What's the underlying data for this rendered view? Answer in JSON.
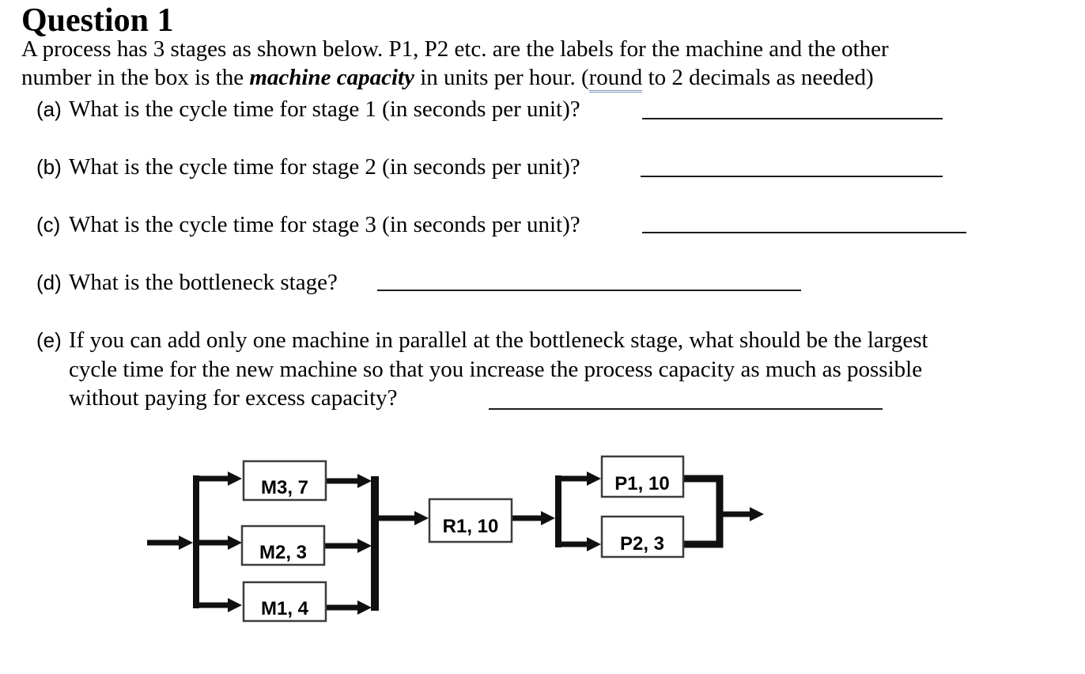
{
  "page": {
    "title": "Question 1",
    "intro": {
      "line1": "A process has 3 stages as shown below. P1, P2 etc. are the labels for the machine and the other",
      "line2": {
        "pre": "number in the box is the ",
        "bold_italic": "machine capacity",
        "mid": " in units per hour. (",
        "underlined": "round",
        "post": " to 2 decimals as needed)"
      }
    },
    "questions": {
      "a": {
        "marker": "(a)",
        "text": "What is the cycle time for stage 1 (in seconds per unit)?"
      },
      "b": {
        "marker": "(b)",
        "text": "What is the cycle time for stage 2 (in seconds per unit)?"
      },
      "c": {
        "marker": "(c)",
        "text": "What is the cycle time for stage 3 (in seconds per unit)?"
      },
      "d": {
        "marker": "(d)",
        "text": "What is the bottleneck stage?"
      },
      "e": {
        "marker": "(e)",
        "line1": "If you can add only one machine in parallel at the bottleneck stage, what should be the largest",
        "line2": "cycle time for the new machine so that you increase the process capacity as much as possible",
        "line3": "without paying for excess capacity?"
      }
    }
  },
  "diagram": {
    "stages": [
      {
        "stage": 1,
        "machines": [
          {
            "label": "M3, 7",
            "machine": "M3",
            "capacity_units_per_hour": 7
          },
          {
            "label": "M2, 3",
            "machine": "M2",
            "capacity_units_per_hour": 3
          },
          {
            "label": "M1, 4",
            "machine": "M1",
            "capacity_units_per_hour": 4
          }
        ]
      },
      {
        "stage": 2,
        "machines": [
          {
            "label": "R1, 10",
            "machine": "R1",
            "capacity_units_per_hour": 10
          }
        ]
      },
      {
        "stage": 3,
        "machines": [
          {
            "label": "P1, 10",
            "machine": "P1",
            "capacity_units_per_hour": 10
          },
          {
            "label": "P2, 3",
            "machine": "P2",
            "capacity_units_per_hour": 3
          }
        ]
      }
    ]
  },
  "colors": {
    "text": "#000000",
    "flow_line": "#101010",
    "box_border": "#3d3d3d",
    "grammar_underline": "#8096b8",
    "blank_line": "#1c1c1c"
  }
}
